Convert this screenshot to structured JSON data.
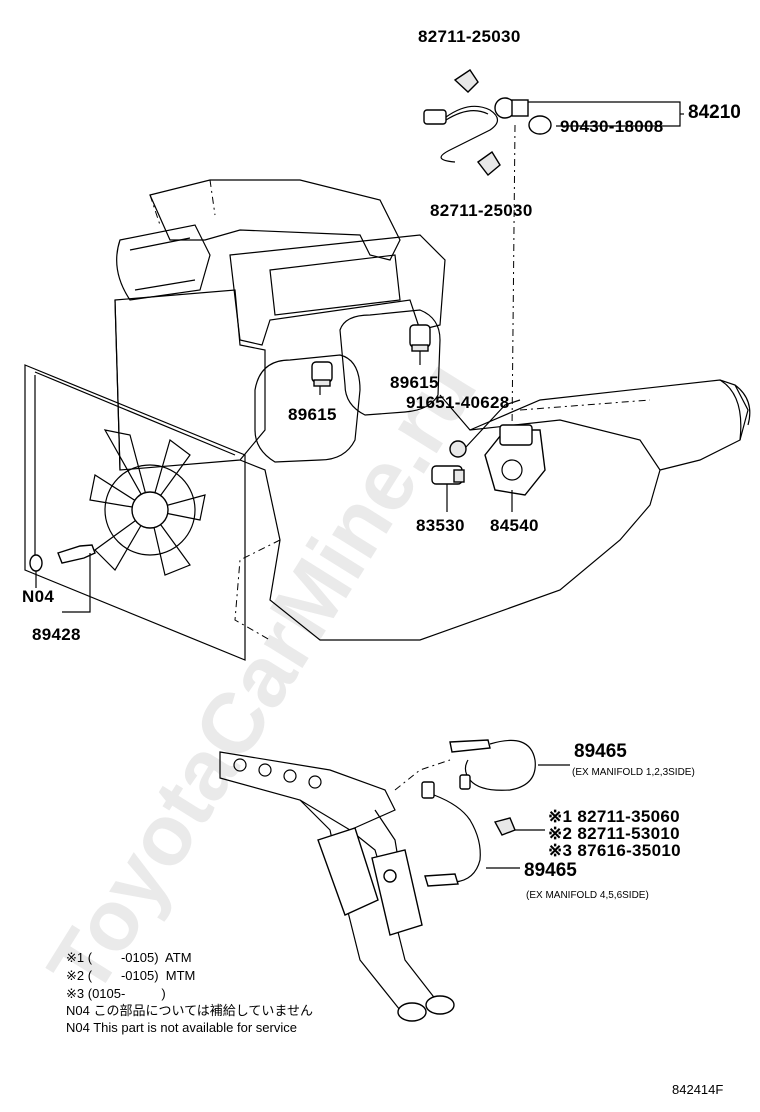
{
  "diagram_code": "842414F",
  "watermark": "ToyotaCarMine.ru",
  "parts": {
    "clip_top": "82711-25030",
    "clip_bottom": "82711-25030",
    "seal": "90430-18008",
    "sensor_assy": "84210",
    "sensor_left": "89615",
    "sensor_right": "89615",
    "washer": "91651-40628",
    "switch_83530": "83530",
    "switch_84540": "84540",
    "n04": "N04",
    "temp_sensor": "89428",
    "o2_sensor_1": "89465",
    "o2_sensor_1_note": "(EX MANIFOLD 1,2,3SIDE)",
    "o2_sensor_2": "89465",
    "o2_sensor_2_note": "(EX MANIFOLD 4,5,6SIDE)",
    "clamp1": "※1 82711-35060",
    "clamp2": "※2 82711-53010",
    "clamp3": "※3 87616-35010"
  },
  "notes": {
    "n1": "※1 (        -0105)  ATM",
    "n2": "※2 (        -0105)  MTM",
    "n3": "※3 (0105-          )",
    "n4": "N04 この部品については補給していません",
    "n5": "N04 This part is not available for service"
  }
}
